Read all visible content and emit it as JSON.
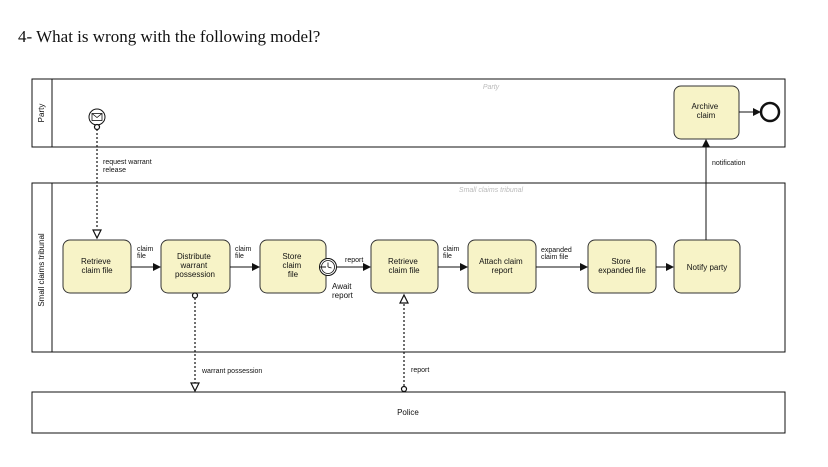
{
  "question": "4- What is wrong with the following model?",
  "pools": {
    "party": {
      "label": "Party",
      "watermark": "Party"
    },
    "tribunal": {
      "label": "Small claims tribunal",
      "watermark": "Small claims tribunal"
    },
    "police": {
      "label": "Police"
    }
  },
  "tasks": {
    "retrieve_claim_file_1": [
      "Retrieve",
      "claim file"
    ],
    "distribute_warrant": [
      "Distribute",
      "warrant",
      "possession"
    ],
    "store_claim_file": [
      "Store",
      "claim",
      "file"
    ],
    "retrieve_claim_file_2": [
      "Retrieve",
      "claim file"
    ],
    "attach_claim_report": [
      "Attach claim",
      "report"
    ],
    "store_expanded_file": [
      "Store",
      "expanded file"
    ],
    "notify_party": [
      "Notify party"
    ],
    "archive_claim": [
      "Archive",
      "claim"
    ]
  },
  "events": {
    "await_report": [
      "Await",
      "report"
    ]
  },
  "flow_labels": {
    "claim_file_1": [
      "claim",
      "file"
    ],
    "claim_file_2": [
      "claim",
      "file"
    ],
    "report_seq": [
      "report"
    ],
    "claim_file_3": [
      "claim",
      "file"
    ],
    "expanded_claim_file": [
      "expanded",
      "claim file"
    ],
    "request_warrant_release": [
      "request warrant",
      "release"
    ],
    "notification": [
      "notification"
    ],
    "warrant_possession": [
      "warrant possession"
    ],
    "report_msg": [
      "report"
    ]
  },
  "colors": {
    "task_fill": "#f7f3c7",
    "task_stroke": "#333333",
    "line": "#111111",
    "watermark": "#bbbbbb"
  }
}
